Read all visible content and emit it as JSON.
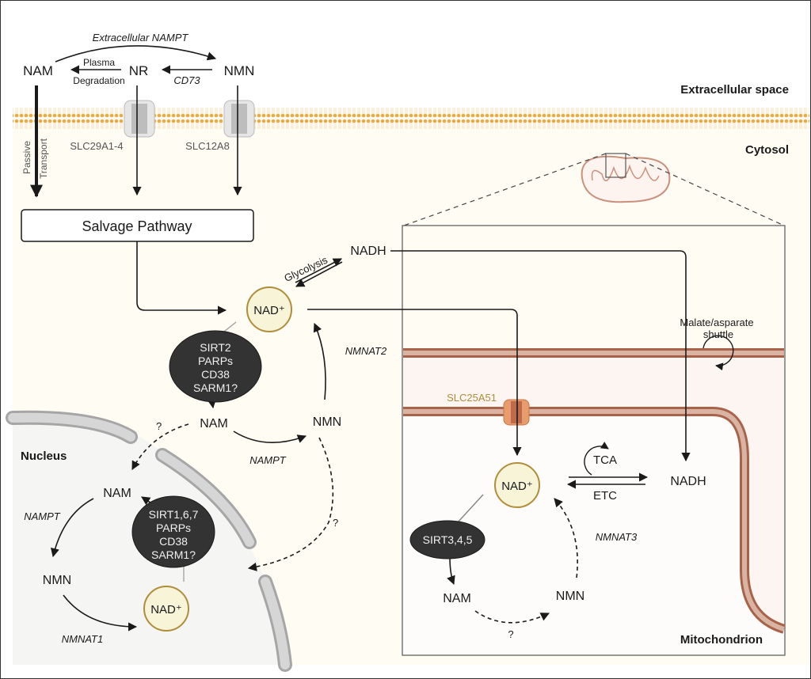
{
  "regions": {
    "extracellular": "Extracellular space",
    "cytosol": "Cytosol",
    "nucleus": "Nucleus",
    "mitochondrion": "Mitochondrion"
  },
  "extracellular": {
    "nam": "NAM",
    "nr": "NR",
    "nmn": "NMN",
    "extracellular_nampt": "Extracellular NAMPT",
    "plasma": "Plasma",
    "degradation": "Degradation",
    "cd73": "CD73"
  },
  "transporters": {
    "passive": "Passive",
    "transport": "Transport",
    "slc29": "SLC29A1-4",
    "slc12": "SLC12A8",
    "slc25": "SLC25A51"
  },
  "cytosol": {
    "salvage": "Salvage Pathway",
    "glycolysis": "Glycolysis",
    "nadh": "NADH",
    "nad": "NAD⁺",
    "enzymes": [
      "SIRT2",
      "PARPs",
      "CD38",
      "SARM1?"
    ],
    "nam": "NAM",
    "nmn": "NMN",
    "nampt": "NAMPT",
    "nmnat2": "NMNAT2",
    "q1": "?",
    "q2": "?"
  },
  "nucleus": {
    "nam": "NAM",
    "nmn": "NMN",
    "nad": "NAD⁺",
    "nampt": "NAMPT",
    "nmnat1": "NMNAT1",
    "enzymes": [
      "SIRT1,6,7",
      "PARPs",
      "CD38",
      "SARM1?"
    ]
  },
  "mito": {
    "shuttle1": "Malate/asparate",
    "shuttle2": "shuttle",
    "tca": "TCA",
    "etc": "ETC",
    "nad": "NAD⁺",
    "nadh": "NADH",
    "enzymes": "SIRT3,4,5",
    "nam": "NAM",
    "nmn": "NMN",
    "nmnat3": "NMNAT3",
    "q": "?"
  },
  "colors": {
    "membrane_orange": "#f2a93b",
    "cytosol_bg": "#fefcf3",
    "nucleus_bg": "#f5f5f4",
    "nad_fill": "#f7f4d8",
    "nad_stroke": "#b08d3a",
    "mito_membrane": "#a8624a",
    "mito_membrane_light": "#d9b4a3",
    "transporter_label": "#b08d3a",
    "enzyme_fill": "#333333"
  }
}
